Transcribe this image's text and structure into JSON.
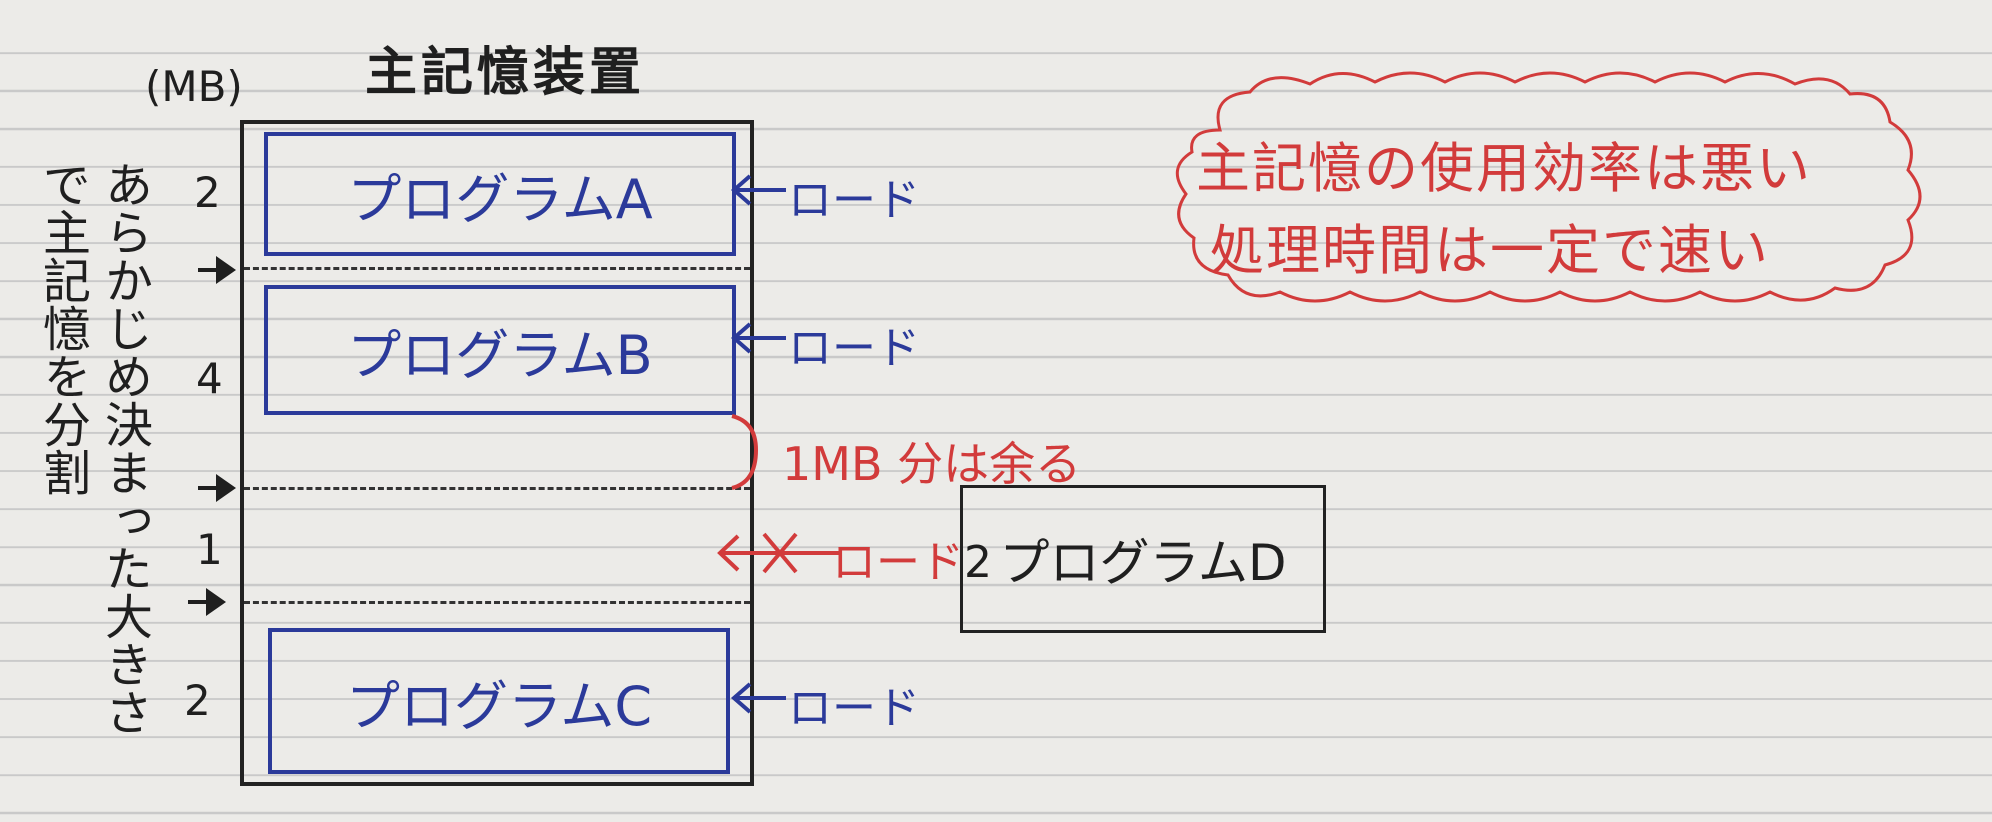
{
  "title": "主記憶装置",
  "unit": "(MB)",
  "sizes": [
    "2",
    "4",
    "1",
    "2"
  ],
  "vertical_notes": [
    "あらかじめ決まった大きさ",
    "で主記憶を分割"
  ],
  "programs": [
    {
      "label": "プログラムA"
    },
    {
      "label": "プログラムB"
    },
    {
      "label": "プログラムC"
    }
  ],
  "load_label": "ロード",
  "failed_load": {
    "label": "ロード",
    "size": "2"
  },
  "outside_program": {
    "label": "プログラムD"
  },
  "remainder_note": "1MB 分は余る",
  "cloud_note": {
    "line1": "主記憶の使用効率は悪い",
    "line2": "処理時間は一定で速い"
  },
  "colors": {
    "ink_black": "#1f1f1f",
    "ink_blue": "#2b3a9a",
    "ink_red": "#d23b3b",
    "paper": "#ecebe8"
  }
}
